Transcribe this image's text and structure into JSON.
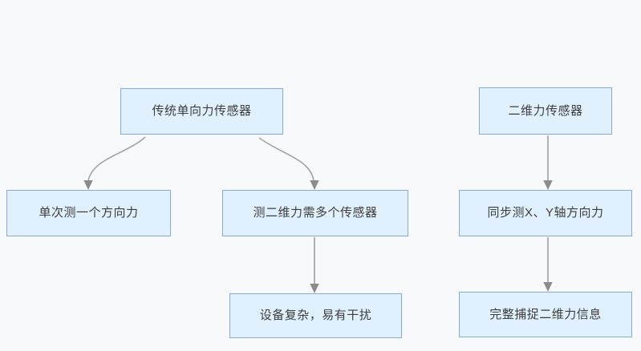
{
  "diagram": {
    "colors": {
      "background": "#f8f9fb",
      "node_fill": "#e0f1fd",
      "node_border": "#85abde",
      "node_text": "#3d3d3d",
      "connector_line": "#a6a6a6",
      "arrowhead": "#8c8c8c"
    },
    "nodes": [
      {
        "id": "traditional-sensor",
        "label": "传统单向力传感器"
      },
      {
        "id": "single-direction-only",
        "label": "单次测一个方向力"
      },
      {
        "id": "needs-multiple-sensors",
        "label": "测二维力需多个传感器"
      },
      {
        "id": "complex-interference",
        "label": "设备复杂，易有干扰"
      },
      {
        "id": "two-dim-sensor",
        "label": "二维力传感器"
      },
      {
        "id": "sync-xy-measure",
        "label": "同步测X、Y轴方向力"
      },
      {
        "id": "full-capture-info",
        "label": "完整捕捉二维力信息"
      }
    ],
    "edges": [
      {
        "from": "traditional-sensor",
        "to": "single-direction-only"
      },
      {
        "from": "traditional-sensor",
        "to": "needs-multiple-sensors"
      },
      {
        "from": "needs-multiple-sensors",
        "to": "complex-interference"
      },
      {
        "from": "two-dim-sensor",
        "to": "sync-xy-measure"
      },
      {
        "from": "sync-xy-measure",
        "to": "full-capture-info"
      }
    ]
  }
}
